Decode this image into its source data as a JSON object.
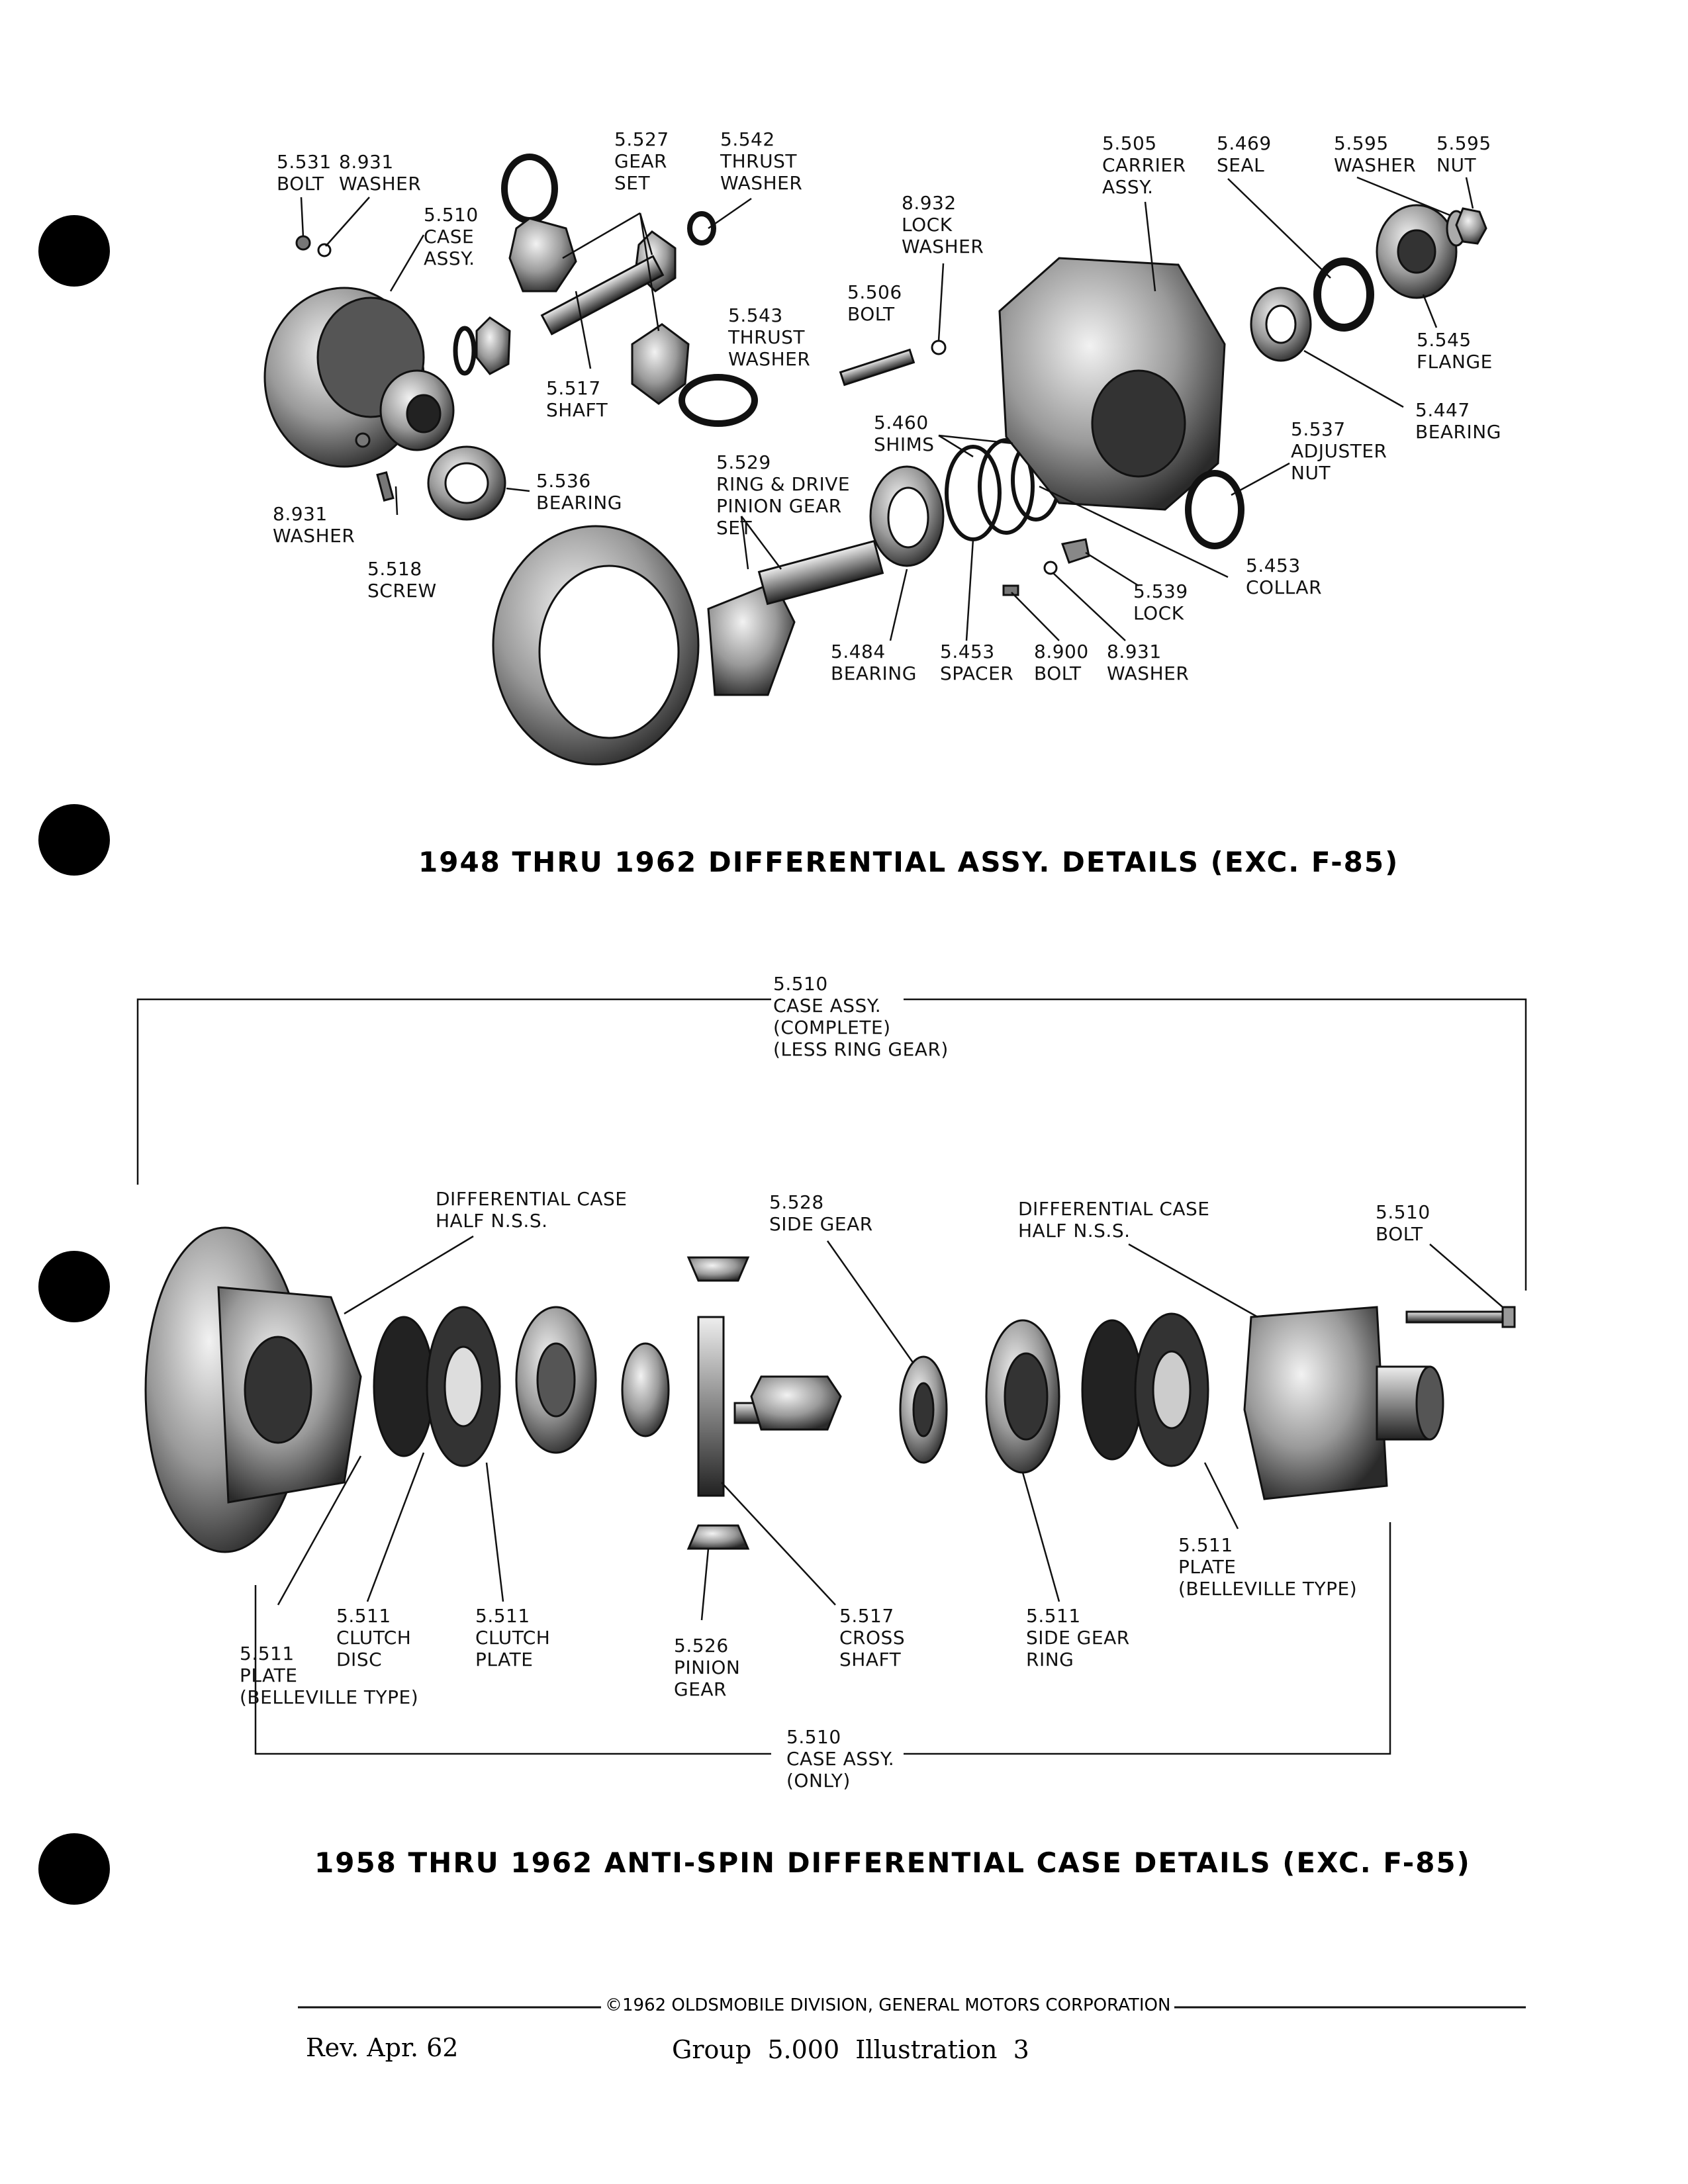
{
  "diagram1": {
    "caption": "1948 THRU 1962 DIFFERENTIAL ASSY. DETAILS (EXC. F-85)",
    "labels": {
      "l5531": [
        "5.531",
        "BOLT"
      ],
      "l8931a": [
        "8.931",
        "WASHER"
      ],
      "l5510": [
        "5.510",
        "CASE",
        "ASSY."
      ],
      "l5527": [
        "5.527",
        "GEAR",
        "SET"
      ],
      "l5542": [
        "5.542",
        "THRUST",
        "WASHER"
      ],
      "l8932": [
        "8.932",
        "LOCK",
        "WASHER"
      ],
      "l5505": [
        "5.505",
        "CARRIER",
        "ASSY."
      ],
      "l5469": [
        "5.469",
        "SEAL"
      ],
      "l5595w": [
        "5.595",
        "WASHER"
      ],
      "l5595n": [
        "5.595",
        "NUT"
      ],
      "l5543": [
        "5.543",
        "THRUST",
        "WASHER"
      ],
      "l5506": [
        "5.506",
        "BOLT"
      ],
      "l5545": [
        "5.545",
        "FLANGE"
      ],
      "l5517": [
        "5.517",
        "SHAFT"
      ],
      "l5447": [
        "5.447",
        "BEARING"
      ],
      "l5460": [
        "5.460",
        "SHIMS"
      ],
      "l5537": [
        "5.537",
        "ADJUSTER",
        "NUT"
      ],
      "l5529": [
        "5.529",
        "RING & DRIVE",
        "PINION GEAR",
        "SET"
      ],
      "l5536": [
        "5.536",
        "BEARING"
      ],
      "l8931b": [
        "8.931",
        "WASHER"
      ],
      "l5518": [
        "5.518",
        "SCREW"
      ],
      "l5453c": [
        "5.453",
        "COLLAR"
      ],
      "l5539": [
        "5.539",
        "LOCK"
      ],
      "l5484": [
        "5.484",
        "BEARING"
      ],
      "l5453s": [
        "5.453",
        "SPACER"
      ],
      "l8900": [
        "8.900",
        "BOLT"
      ],
      "l8931c": [
        "8.931",
        "WASHER"
      ]
    }
  },
  "diagram2": {
    "caption": "1958 THRU 1962 ANTI-SPIN DIFFERENTIAL CASE DETAILS (EXC. F-85)",
    "labels": {
      "top_case": [
        "5.510",
        "CASE ASSY.",
        "(COMPLETE)",
        "(LESS RING GEAR)"
      ],
      "diffcase_left": [
        "DIFFERENTIAL CASE",
        "HALF N.S.S."
      ],
      "side_gear": [
        "5.528",
        "SIDE GEAR"
      ],
      "diffcase_right": [
        "DIFFERENTIAL CASE",
        "HALF N.S.S."
      ],
      "bolt": [
        "5.510",
        "BOLT"
      ],
      "plate_right": [
        "5.511",
        "PLATE",
        "(BELLEVILLE TYPE)"
      ],
      "clutch_disc": [
        "5.511",
        "CLUTCH",
        "DISC"
      ],
      "clutch_plate": [
        "5.511",
        "CLUTCH",
        "PLATE"
      ],
      "cross_shaft": [
        "5.517",
        "CROSS",
        "SHAFT"
      ],
      "side_gear_ring": [
        "5.511",
        "SIDE GEAR",
        "RING"
      ],
      "plate_left": [
        "5.511",
        "PLATE",
        "(BELLEVILLE TYPE)"
      ],
      "pinion_gear": [
        "5.526",
        "PINION",
        "GEAR"
      ],
      "bottom_case": [
        "5.510",
        "CASE ASSY.",
        "(ONLY)"
      ]
    }
  },
  "footer": {
    "copyright": "©1962 OLDSMOBILE DIVISION, GENERAL MOTORS CORPORATION",
    "revision": "Rev. Apr. 62",
    "group": "Group  5.000  Illustration  3"
  }
}
